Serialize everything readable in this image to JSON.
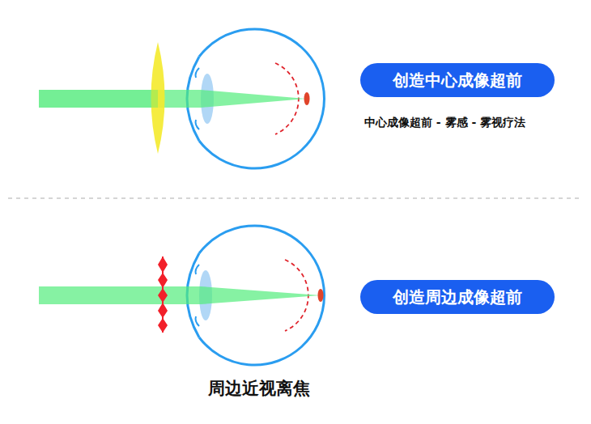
{
  "diagram": {
    "nodes": [
      {
        "text": [
          "创造中心成像超前"
        ]
      },
      {
        "text": [
          "创造周边成像超前"
        ]
      }
    ],
    "labels": [
      "中心成像超前 - 雾感 - 雾视疗法",
      "周边近视离焦"
    ]
  }
}
